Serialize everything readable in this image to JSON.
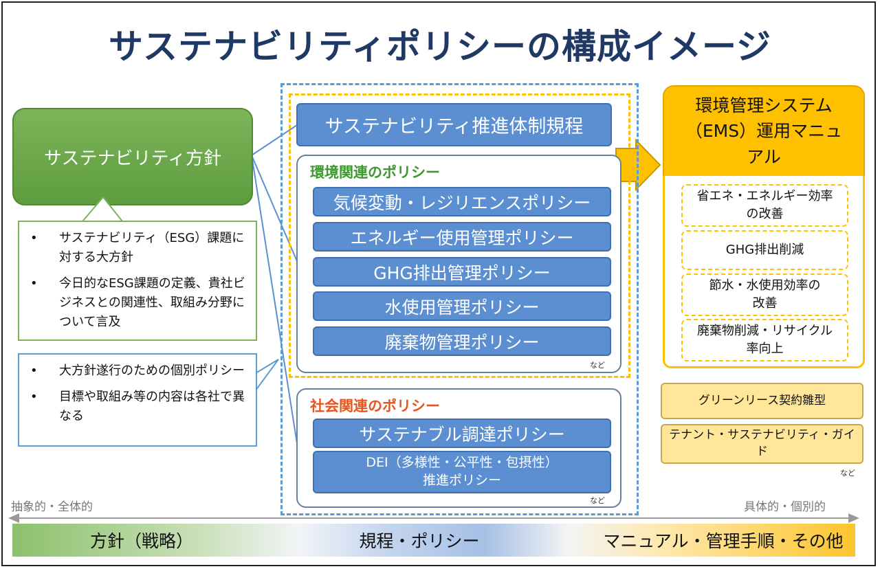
{
  "title": "サステナビリティポリシーの構成イメージ",
  "left": {
    "policy_label": "サステナビリティ方針",
    "note1": [
      "サステナビリティ（ESG）課題に対する大方針",
      "今日的なESG課題の定義、貴社ビジネスとの関連性、取組み分野について言及"
    ],
    "note2": [
      "大方針遂行のための個別ポリシー",
      "目標や取組み等の内容は各社で異なる"
    ]
  },
  "center": {
    "top_rule": "サステナビリティ推進体制規程",
    "env_group_label": "環境関連のポリシー",
    "env_items": [
      "気候変動・レジリエンスポリシー",
      "エネルギー使用管理ポリシー",
      "GHG排出管理ポリシー",
      "水使用管理ポリシー",
      "廃棄物管理ポリシー"
    ],
    "env_etc": "など",
    "social_group_label": "社会関連のポリシー",
    "social_items": [
      "サステナブル調達ポリシー",
      "DEI（多様性・公平性・包摂性）推進ポリシー"
    ],
    "social_etc": "など"
  },
  "right": {
    "ems_title": "環境管理システム（EMS）運用マニュアル",
    "ems_items": [
      "省エネ・エネルギー効率の改善",
      "GHG排出削減",
      "節水・水使用効率の改善",
      "廃棄物削減・リサイクル率向上"
    ],
    "extra_items": [
      "グリーンリース契約雛型",
      "テナント・サステナビリティ・ガイド"
    ],
    "etc": "など"
  },
  "axis": {
    "left_label": "抽象的・全体的",
    "right_label": "具体的・個別的"
  },
  "bands": [
    "方針（戦略）",
    "規程・ポリシー",
    "マニュアル・管理手順・その他"
  ],
  "colors": {
    "title": "#1f3864",
    "green": "#6aa84f",
    "blue": "#5b8fd2",
    "orange": "#ffc000",
    "env_label": "#3a9a2a",
    "social_label": "#e8541c",
    "dash_blue": "#5b9bd5"
  }
}
